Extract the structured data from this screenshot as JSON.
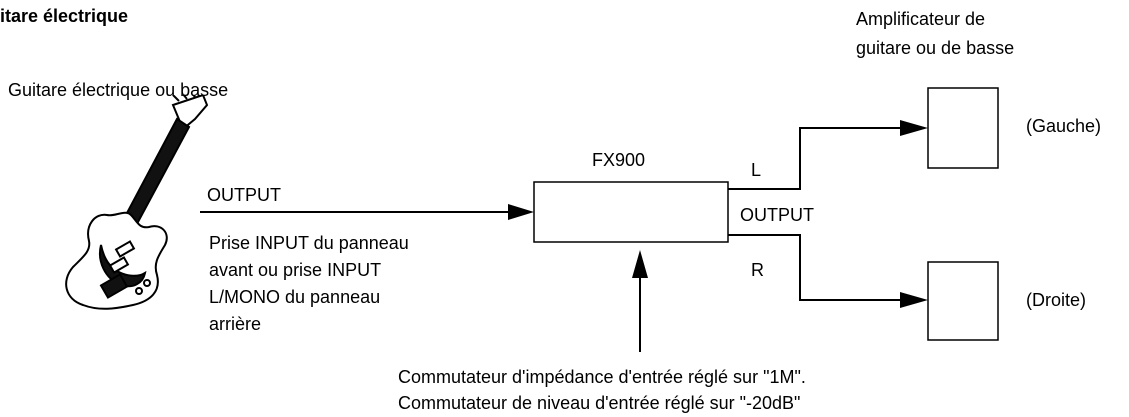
{
  "section_title": "itare électrique",
  "guitar_label": "Guitare électrique ou basse",
  "amp_label": [
    "Amplificateur de",
    "guitare ou de basse"
  ],
  "device_label": "FX900",
  "output_left": "OUTPUT",
  "input_note": [
    "Prise INPUT du panneau",
    "avant ou prise INPUT",
    "L/MONO du panneau",
    "arrière"
  ],
  "channel_l": "L",
  "channel_r": "R",
  "output_right": "OUTPUT",
  "gauche": "(Gauche)",
  "droite": "(Droite)",
  "switch_note": [
    "Commutateur d'impédance d'entrée réglé sur \"1M\".",
    "Commutateur de niveau d'entrée réglé sur \"-20dB\""
  ],
  "icons": {
    "guitar": "electric-guitar-icon"
  }
}
